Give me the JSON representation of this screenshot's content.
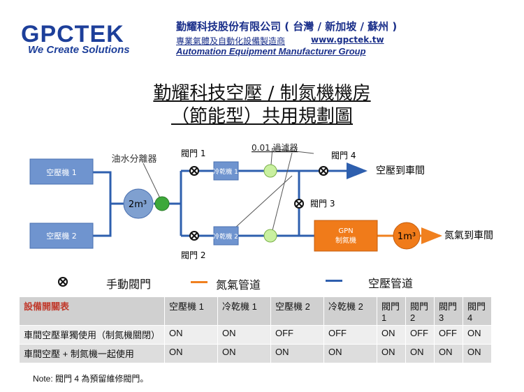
{
  "header": {
    "logo": "GPCTEK",
    "slogan": "We Create Solutions",
    "company": "勤耀科技股份有限公司 ( 台灣 / 新加坡 / 蘇州 )",
    "tagline": "專業氣體及自動化設備製造商",
    "website": "www.gpctek.tw",
    "group": "Automation Equipment Manufacturer Group"
  },
  "title": {
    "line1": "勤耀科技空壓 / 制氮機機房",
    "line2": "（節能型）共用規劃圖"
  },
  "diagram": {
    "compressor1": "空壓機 1",
    "compressor2": "空壓機 2",
    "tank_2m3": "2m³",
    "oil_water_separator": "油水分離器",
    "dryer1": "冷乾機 1",
    "dryer2": "冷乾機 2",
    "filter_label": "0.01 過濾器",
    "valve1": "閥門 1",
    "valve2": "閥門 2",
    "valve3": "閥門 3",
    "valve4": "閥門 4",
    "air_to_workshop": "空壓到車間",
    "gpn_line1": "GPN",
    "gpn_line2": "制氮機",
    "tank_1m3": "1m³",
    "nitrogen_to_workshop": "氮氣到車間",
    "colors": {
      "box_fill": "#6f94cf",
      "air_pipe": "#2e5fae",
      "nitrogen_pipe": "#f0801f",
      "gpn_fill": "#f07b1a",
      "filter_fill": "#c9f0a0",
      "separator_fill": "#3da83a"
    }
  },
  "legend": {
    "manual_valve": "手動閥門",
    "nitrogen_pipe": "氮氣管道",
    "air_pipe": "空壓管道"
  },
  "table": {
    "headers": [
      "設備開關表",
      "空壓機 1",
      "冷乾機 1",
      "空壓機 2",
      "冷乾機 2",
      "閥門 1",
      "閥門 2",
      "閥門 3",
      "閥門 4"
    ],
    "rows": [
      [
        "車間空壓單獨使用（制氮機關閉）",
        "ON",
        "ON",
        "OFF",
        "OFF",
        "ON",
        "OFF",
        "OFF",
        "ON"
      ],
      [
        "車間空壓 + 制氮機一起使用",
        "ON",
        "ON",
        "ON",
        "ON",
        "ON",
        "ON",
        "ON",
        "ON"
      ]
    ]
  },
  "note": "Note: 閥門 4 為預留維修閥門。"
}
